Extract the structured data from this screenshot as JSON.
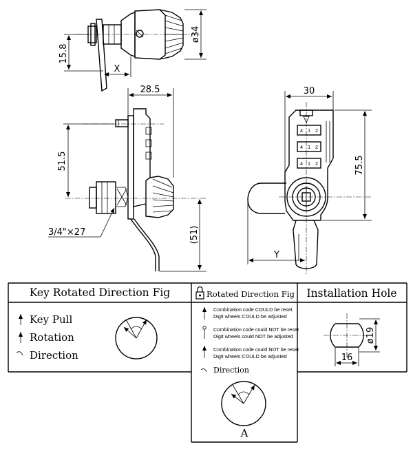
{
  "dimensions": {
    "d34": "ø34",
    "d15_8": "15.8",
    "x": "X",
    "d28_5": "28.5",
    "d51_5": "51.5",
    "thread": "3/4\"×27",
    "d51": "(51)",
    "d30": "30",
    "d75_5": "75.5",
    "y": "Y"
  },
  "key_panel": {
    "title": "Key Rotated Direction Fig",
    "legend": [
      "Key Pull",
      "Rotation",
      "Direction"
    ]
  },
  "rotated_panel": {
    "title": "Rotated Direction Fig",
    "notes": [
      {
        "line1": "Combination code COULD be reset",
        "line2": "Digit wheels COULD be adjusted"
      },
      {
        "line1": "Combination code could NOT be reset",
        "line2": "Digit wheels could NOT be adjusted"
      },
      {
        "line1": "Combination code could NOT be reset",
        "line2": "Digit wheels COULD be adjusted"
      }
    ],
    "direction_label": "Direction",
    "figure_label": "A"
  },
  "install_panel": {
    "title": "Installation Hole",
    "d19": "ø19",
    "d16": "16"
  },
  "wheel_digits": [
    "4",
    "1",
    "2"
  ]
}
